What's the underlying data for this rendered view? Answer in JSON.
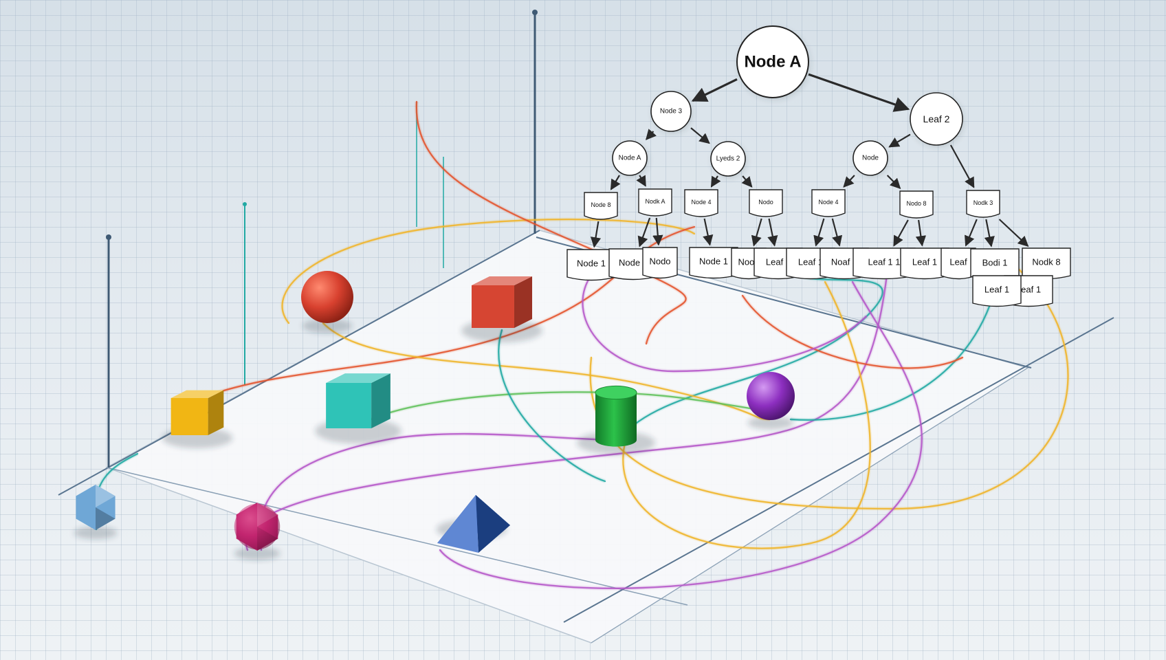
{
  "tree": {
    "nodes": [
      {
        "id": "root",
        "label": "Node A",
        "shape": "circle",
        "size": "xl"
      },
      {
        "id": "l1a",
        "label": "Node 3",
        "shape": "circle",
        "size": "md"
      },
      {
        "id": "l1b",
        "label": "Leaf 2",
        "shape": "circle",
        "size": "lg"
      },
      {
        "id": "l2a",
        "label": "Node A",
        "shape": "circle",
        "size": "sm"
      },
      {
        "id": "l2b",
        "label": "Lyeds 2",
        "shape": "circle",
        "size": "sm"
      },
      {
        "id": "l2c",
        "label": "Node",
        "shape": "circle",
        "size": "sm"
      },
      {
        "id": "l3a",
        "label": "Node 8",
        "shape": "box",
        "size": "sm"
      },
      {
        "id": "l3b",
        "label": "Nodk A",
        "shape": "box",
        "size": "sm"
      },
      {
        "id": "l3c",
        "label": "Node 4",
        "shape": "box",
        "size": "sm"
      },
      {
        "id": "l3d",
        "label": "Nodo",
        "shape": "box",
        "size": "sm"
      },
      {
        "id": "l3e",
        "label": "Node 4",
        "shape": "box",
        "size": "sm"
      },
      {
        "id": "l3f",
        "label": "Nodo 8",
        "shape": "box",
        "size": "sm"
      },
      {
        "id": "l3g",
        "label": "Nodk 3",
        "shape": "box",
        "size": "sm"
      },
      {
        "id": "lf1",
        "label": "Node 1",
        "shape": "leaf"
      },
      {
        "id": "lf2",
        "label": "Node 2",
        "shape": "leaf"
      },
      {
        "id": "lf3",
        "label": "Nodo",
        "shape": "leaf"
      },
      {
        "id": "lf4",
        "label": "Node 1",
        "shape": "leaf"
      },
      {
        "id": "lf5",
        "label": "Noo1",
        "shape": "leaf"
      },
      {
        "id": "lf6",
        "label": "Leaf 1",
        "shape": "leaf"
      },
      {
        "id": "lf7",
        "label": "Leaf 1",
        "shape": "leaf"
      },
      {
        "id": "lf8",
        "label": "Noaf 3",
        "shape": "leaf"
      },
      {
        "id": "lf9",
        "label": "Leaf 1 1",
        "shape": "leaf"
      },
      {
        "id": "lf10",
        "label": "Leaf 1",
        "shape": "leaf"
      },
      {
        "id": "lf11",
        "label": "Leaf",
        "shape": "leaf"
      },
      {
        "id": "lf12",
        "label": "Bodi 1",
        "shape": "leaf"
      },
      {
        "id": "lf13",
        "label": "Nodk 8",
        "shape": "leaf"
      },
      {
        "id": "lf14",
        "label": "Leaf 1",
        "shape": "leaf"
      },
      {
        "id": "lf15",
        "label": "Leaf 1",
        "shape": "leaf"
      }
    ],
    "edges": [
      [
        "root",
        "l1a"
      ],
      [
        "root",
        "l1b"
      ],
      [
        "l1a",
        "l2a"
      ],
      [
        "l1a",
        "l2b"
      ],
      [
        "l1b",
        "l2c"
      ],
      [
        "l1b",
        "l3g"
      ],
      [
        "l2a",
        "l3a"
      ],
      [
        "l2a",
        "l3b"
      ],
      [
        "l2b",
        "l3c"
      ],
      [
        "l2b",
        "l3d"
      ],
      [
        "l2c",
        "l3e"
      ],
      [
        "l2c",
        "l3f"
      ],
      [
        "l3a",
        "lf1"
      ],
      [
        "l3b",
        "lf2"
      ],
      [
        "l3b",
        "lf3"
      ],
      [
        "l3c",
        "lf4"
      ],
      [
        "l3d",
        "lf5"
      ],
      [
        "l3d",
        "lf6"
      ],
      [
        "l3e",
        "lf7"
      ],
      [
        "l3e",
        "lf8"
      ],
      [
        "l3f",
        "lf9"
      ],
      [
        "l3f",
        "lf10"
      ],
      [
        "l3g",
        "lf11"
      ],
      [
        "l3g",
        "lf12"
      ],
      [
        "l3g",
        "lf13"
      ],
      [
        "lf12",
        "lf14"
      ]
    ]
  },
  "objects": [
    {
      "id": "red-sphere",
      "type": "sphere",
      "color": "#d8412f"
    },
    {
      "id": "red-cube",
      "type": "cube",
      "color": "#d64532"
    },
    {
      "id": "yellow-cube",
      "type": "cube",
      "color": "#f1b614"
    },
    {
      "id": "teal-cube",
      "type": "cube",
      "color": "#2fc3b7"
    },
    {
      "id": "green-cylinder",
      "type": "cylinder",
      "color": "#1fa33b"
    },
    {
      "id": "purple-sphere",
      "type": "sphere",
      "color": "#8d2fc0"
    },
    {
      "id": "blue-polyhedron",
      "type": "polyhedron",
      "color": "#6fa7d6"
    },
    {
      "id": "magenta-polyhedron",
      "type": "polyhedron",
      "color": "#c2256f"
    },
    {
      "id": "blue-pyramid",
      "type": "pyramid",
      "color": "#2a5fc4"
    }
  ],
  "connectors": [
    {
      "color": "#f0b429"
    },
    {
      "color": "#21a9a3"
    },
    {
      "color": "#e4532c"
    },
    {
      "color": "#b556c9"
    },
    {
      "color": "#f0b429"
    },
    {
      "color": "#21a9a3"
    },
    {
      "color": "#b556c9"
    },
    {
      "color": "#e4532c"
    },
    {
      "color": "#f0b429"
    },
    {
      "color": "#21a9a3"
    },
    {
      "color": "#b556c9"
    },
    {
      "color": "#5fc15a"
    }
  ],
  "colors": {
    "axis": "#3f5a74",
    "node_stroke": "#222222",
    "node_fill": "#ffffff",
    "plane": "#f7f9fb"
  }
}
